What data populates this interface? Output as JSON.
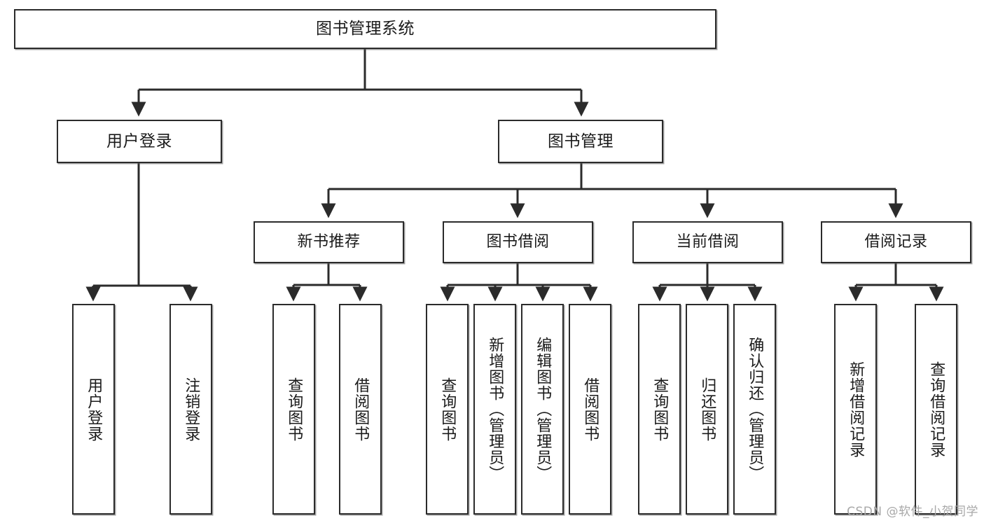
{
  "diagram": {
    "type": "tree-hierarchy",
    "title": "图书管理系统",
    "watermark": "CSDN @软件_小贺同学",
    "colors": {
      "box_border": "#2b2b2b",
      "box_fill": "#ffffff",
      "connector": "#2b2b2b",
      "text": "#1b1b1b",
      "watermark": "#a8a8a8"
    },
    "nodes": {
      "root": {
        "label": "图书管理系统"
      },
      "level2": [
        {
          "label": "用户登录"
        },
        {
          "label": "图书管理"
        }
      ],
      "level3": [
        {
          "label": "新书推荐"
        },
        {
          "label": "图书借阅"
        },
        {
          "label": "当前借阅"
        },
        {
          "label": "借阅记录"
        }
      ],
      "leaves": {
        "user_login": [
          {
            "label": "用户登录"
          },
          {
            "label": "注销登录"
          }
        ],
        "new_book_recommend": [
          {
            "label": "查询图书"
          },
          {
            "label": "借阅图书"
          }
        ],
        "book_borrow": [
          {
            "label": "查询图书"
          },
          {
            "label": "新增图书（管理员）"
          },
          {
            "label": "编辑图书（管理员）"
          },
          {
            "label": "借阅图书"
          }
        ],
        "current_borrow": [
          {
            "label": "查询图书"
          },
          {
            "label": "归还图书"
          },
          {
            "label": "确认归还（管理员）"
          }
        ],
        "borrow_record": [
          {
            "label": "新增借阅记录"
          },
          {
            "label": "查询借阅记录"
          }
        ]
      }
    }
  }
}
